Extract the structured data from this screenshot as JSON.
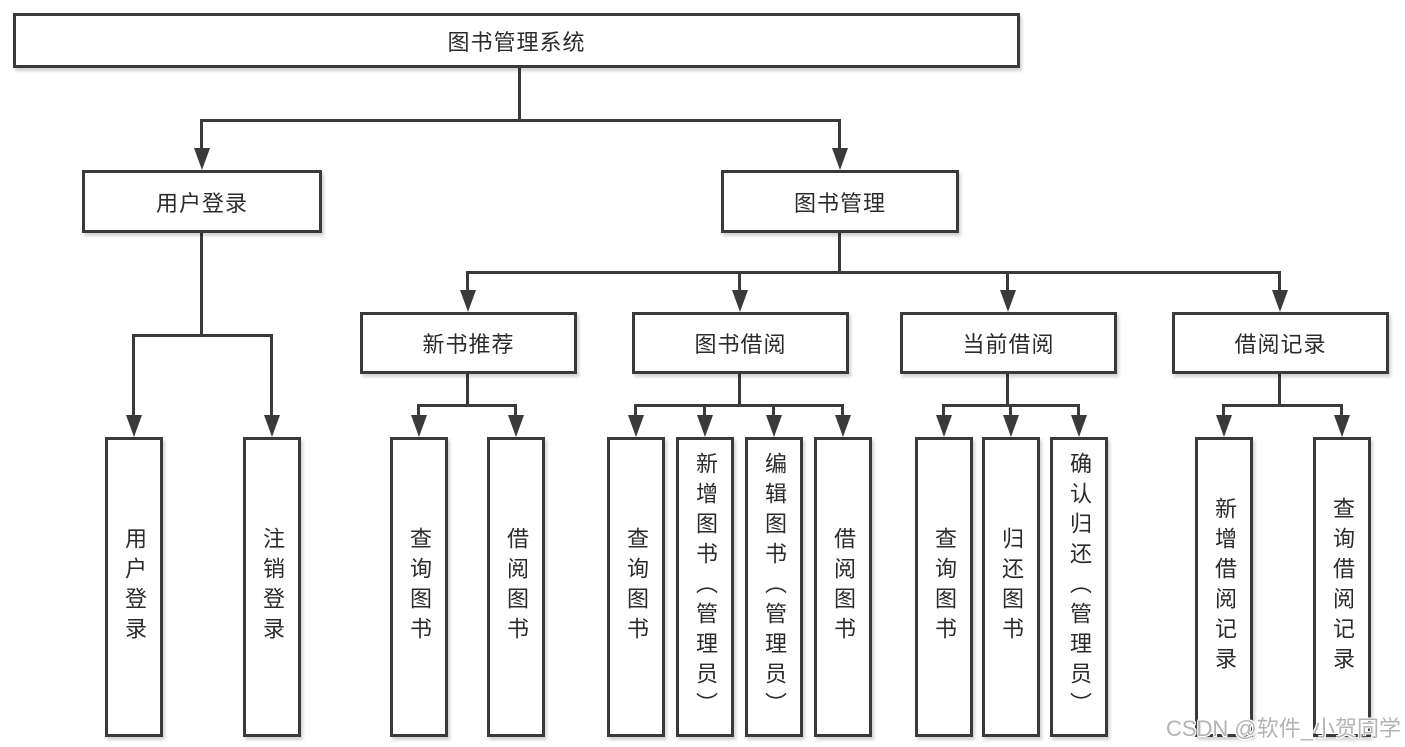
{
  "tree": {
    "root": {
      "label": "图书管理系统",
      "children": [
        {
          "label": "用户登录",
          "children": [
            {
              "label": "用户登录"
            },
            {
              "label": "注销登录"
            }
          ]
        },
        {
          "label": "图书管理",
          "children": [
            {
              "label": "新书推荐",
              "children": [
                {
                  "label": "查询图书"
                },
                {
                  "label": "借阅图书"
                }
              ]
            },
            {
              "label": "图书借阅",
              "children": [
                {
                  "label": "查询图书"
                },
                {
                  "label": "新增图书（管理员）"
                },
                {
                  "label": "编辑图书（管理员）"
                },
                {
                  "label": "借阅图书"
                }
              ]
            },
            {
              "label": "当前借阅",
              "children": [
                {
                  "label": "查询图书"
                },
                {
                  "label": "归还图书"
                },
                {
                  "label": "确认归还（管理员）"
                }
              ]
            },
            {
              "label": "借阅记录",
              "children": [
                {
                  "label": "新增借阅记录"
                },
                {
                  "label": "查询借阅记录"
                }
              ]
            }
          ]
        }
      ]
    }
  },
  "watermark": {
    "text": "CSDN @软件_小贺同学"
  },
  "colors": {
    "line": "#3a3a3a",
    "text": "#2b2b2b",
    "watermark": "#b3b3b3",
    "background": "#ffffff"
  }
}
